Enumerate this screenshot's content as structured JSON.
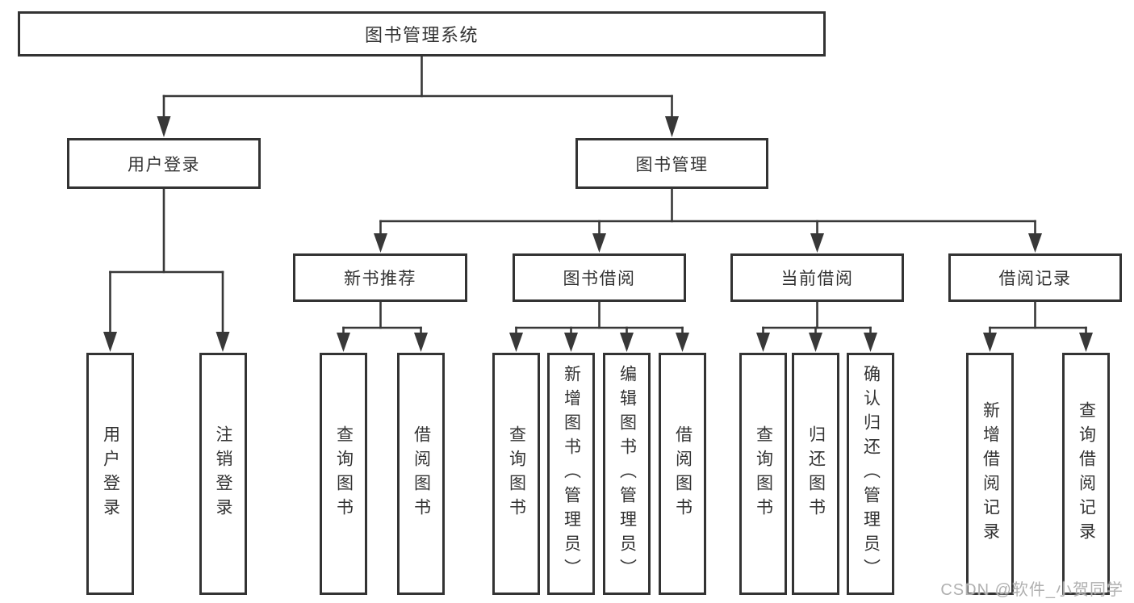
{
  "nodes": {
    "root": "图书管理系统",
    "user_login": "用户登录",
    "book_management": "图书管理",
    "new_book_recommendation": "新书推荐",
    "book_borrowing": "图书借阅",
    "current_borrowing": "当前借阅",
    "borrowing_records": "借阅记录"
  },
  "leaves": {
    "user_login": [
      "用户登录",
      "注销登录"
    ],
    "new_book_recommendation": [
      "查询图书",
      "借阅图书"
    ],
    "book_borrowing": [
      "查询图书",
      "新增图书（管理员）",
      "编辑图书（管理员）",
      "借阅图书"
    ],
    "current_borrowing": [
      "查询图书",
      "归还图书",
      "确认归还（管理员）"
    ],
    "borrowing_records": [
      "新增借阅记录",
      "查询借阅记录"
    ]
  },
  "watermark": "CSDN @软件_小贺同学",
  "colors": {
    "line": "#383838",
    "box_border": "#333333",
    "text": "#333333",
    "watermark": "#b0b0b0",
    "background": "#ffffff"
  }
}
